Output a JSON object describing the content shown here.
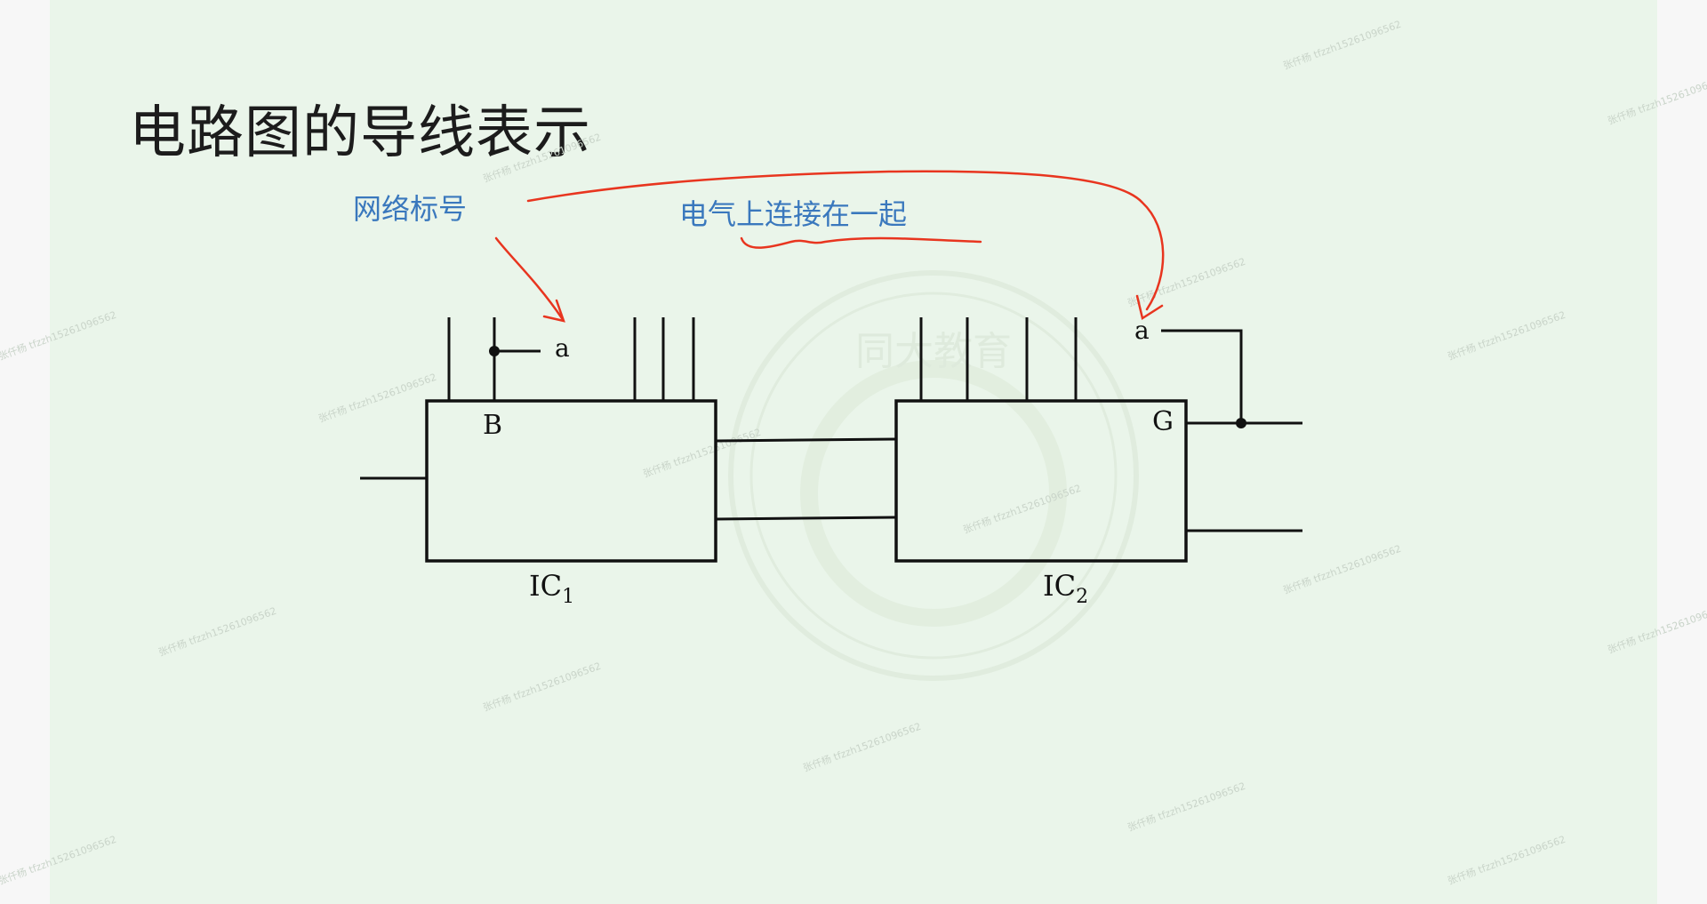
{
  "title": "电路图的导线表示",
  "annotations": {
    "net_label": "网络标号",
    "connected": "电气上连接在一起"
  },
  "diagram": {
    "ic1": {
      "name": "IC",
      "sub": "1",
      "pin_label": "B"
    },
    "ic2": {
      "name": "IC",
      "sub": "2",
      "pin_label": "G"
    },
    "net_label_left": "a",
    "net_label_right": "a"
  },
  "watermark": {
    "text": "张仟杨 tfzzh15261096562",
    "seal_text": "同大教育"
  },
  "colors": {
    "slide_background": "#eaf5ea",
    "annotation_text": "#3a78bd",
    "arrow": "#e8351f"
  }
}
